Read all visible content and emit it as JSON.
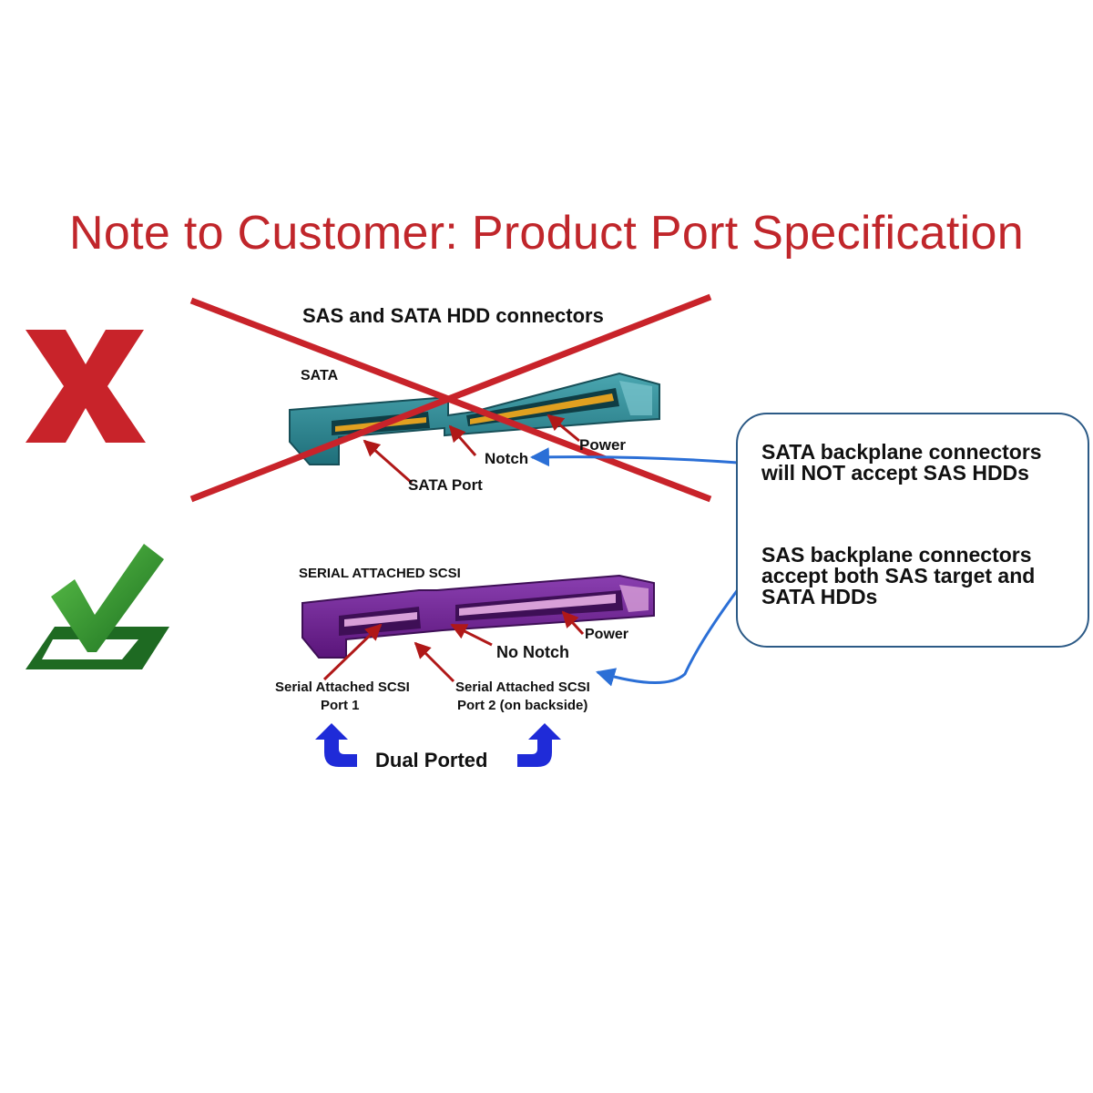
{
  "title": "Note to Customer: Product Port Specification",
  "sata_panel": {
    "heading": "SAS and SATA HDD connectors",
    "connector_label": "SATA",
    "notch_label": "Notch",
    "power_label": "Power",
    "port_label": "SATA Port",
    "status_icon": "red-x-icon"
  },
  "sas_panel": {
    "connector_label": "SERIAL ATTACHED SCSI",
    "no_notch_label": "No Notch",
    "power_label": "Power",
    "port1_label_line1": "Serial Attached SCSI",
    "port1_label_line2": "Port 1",
    "port2_label_line1": "Serial Attached SCSI",
    "port2_label_line2": "Port 2 (on backside)",
    "dual_label": "Dual Ported",
    "status_icon": "green-check-icon"
  },
  "callout": {
    "sata_note_line1": "SATA backplane connectors",
    "sata_note_line2": "will NOT accept SAS HDDs",
    "sas_note_line1": "SAS backplane connectors",
    "sas_note_line2": "accept both SAS target and",
    "sas_note_line3": "SATA HDDs"
  },
  "colors": {
    "title_red": "#c0262b",
    "sata_teal": "#2a7f8c",
    "sas_purple": "#6a1f8a",
    "pins_gold": "#e0a020",
    "arrow_blue": "#2b6fd6",
    "check_green": "#2f8f2a"
  }
}
